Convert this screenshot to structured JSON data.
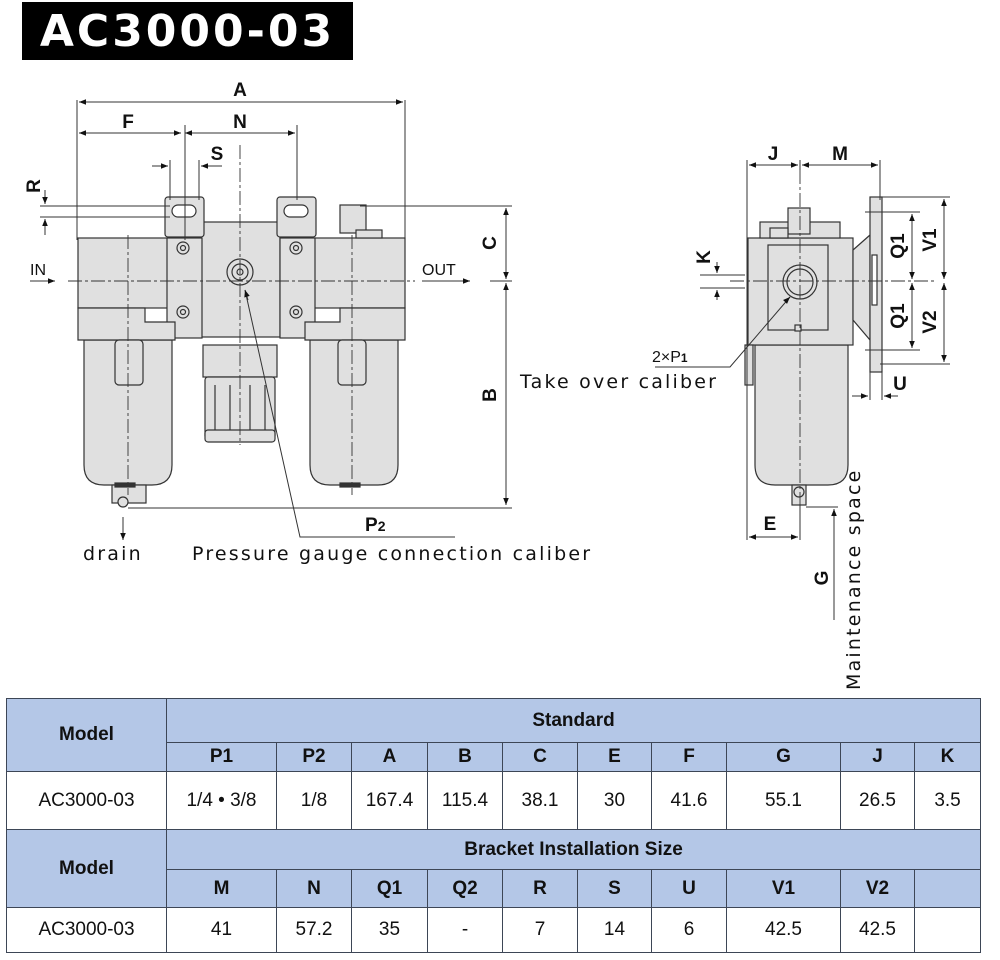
{
  "title": "AC3000-03",
  "drawing": {
    "front_view": {
      "dimension_labels": [
        "A",
        "F",
        "N",
        "S",
        "R",
        "C",
        "B",
        "P2"
      ],
      "port_in": "IN",
      "port_out": "OUT",
      "p2_label": "P",
      "p2_sub": "2",
      "drain_label": "drain",
      "gauge_note": "Pressure gauge connection caliber"
    },
    "side_view": {
      "dimension_labels": [
        "J",
        "M",
        "K",
        "Q1",
        "Q1",
        "V1",
        "V2",
        "U",
        "E",
        "G"
      ],
      "p1_label": "2×P",
      "p1_sub": "1",
      "takeover_note": "Take over caliber",
      "maintenance_note": "Maintenance space"
    }
  },
  "tables": [
    {
      "model_header": "Model",
      "group_header": "Standard",
      "columns": [
        "P1",
        "P2",
        "A",
        "B",
        "C",
        "E",
        "F",
        "G",
        "J",
        "K"
      ],
      "rows": [
        {
          "model": "AC3000-03",
          "values": [
            "1/4 • 3/8",
            "1/8",
            "167.4",
            "115.4",
            "38.1",
            "30",
            "41.6",
            "55.1",
            "26.5",
            "3.5"
          ]
        }
      ]
    },
    {
      "model_header": "Model",
      "group_header": "Bracket Installation Size",
      "columns": [
        "M",
        "N",
        "Q1",
        "Q2",
        "R",
        "S",
        "U",
        "V1",
        "V2",
        ""
      ],
      "rows": [
        {
          "model": "AC3000-03",
          "values": [
            "41",
            "57.2",
            "35",
            "-",
            "7",
            "14",
            "6",
            "42.5",
            "42.5",
            ""
          ]
        }
      ]
    }
  ],
  "colors": {
    "header_fill": "#b4c7e7",
    "border": "#3d4656",
    "title_bg": "#000000",
    "part_fill": "#e0e0e0"
  }
}
